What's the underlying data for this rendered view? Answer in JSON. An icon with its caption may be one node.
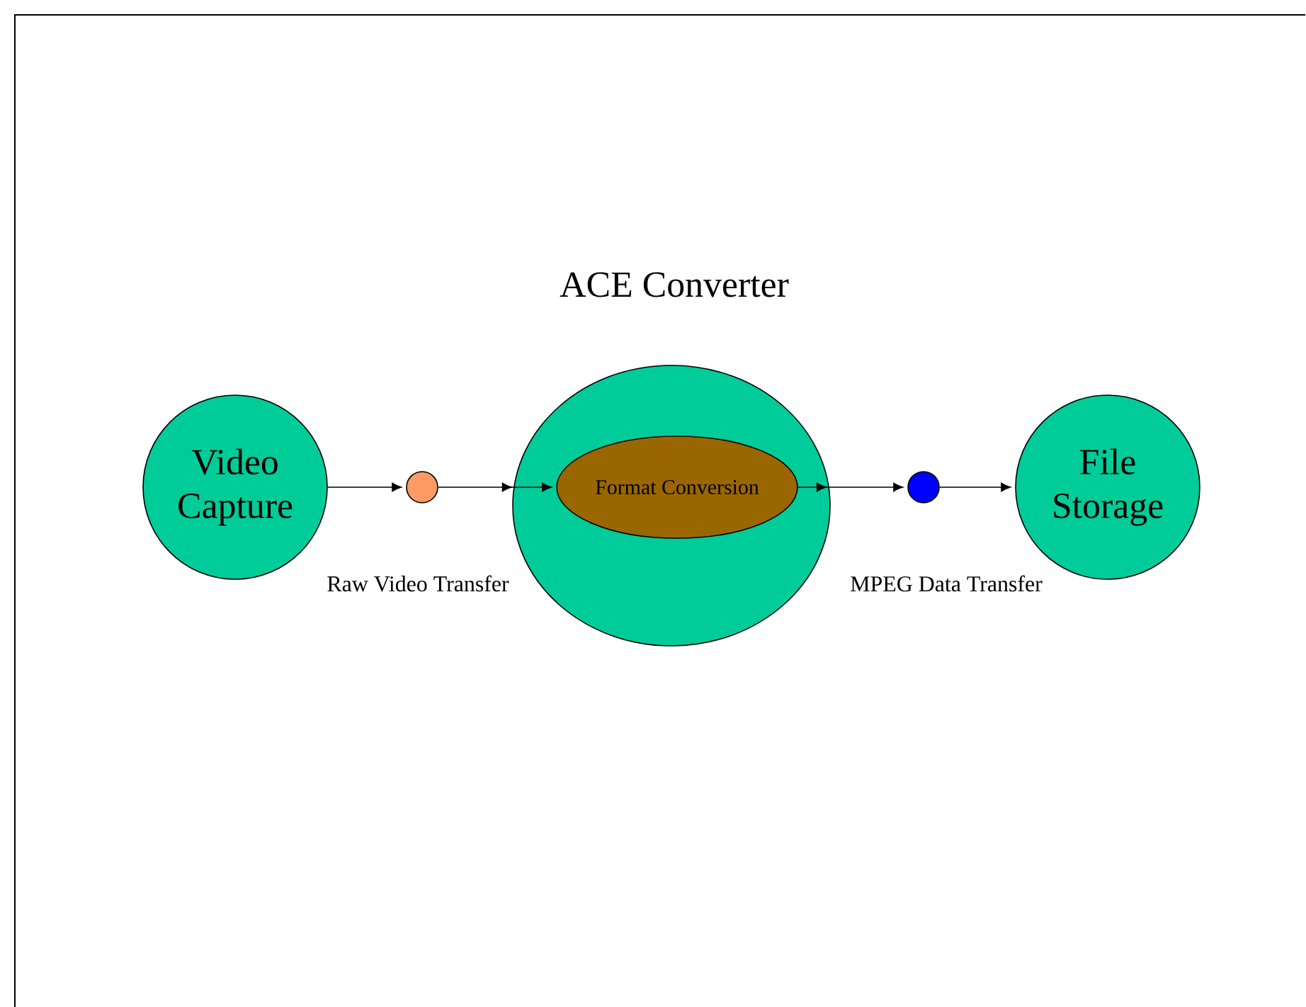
{
  "diagram": {
    "nodes": [
      {
        "text": [
          "Video Capture"
        ]
      },
      {
        "text": [],
        "shape": "circle"
      },
      {
        "text": [
          "ACE Converter"
        ]
      },
      {
        "text": [
          "Format Conversion"
        ],
        "in": 2
      },
      {
        "text": [],
        "shape": "circle"
      },
      {
        "text": [
          "File Storage"
        ]
      }
    ],
    "edges": [
      {
        "from": 0,
        "to": 1,
        "arrow": "to"
      },
      {
        "from": 1,
        "to": 3,
        "arrow": "to"
      },
      {
        "from": 3,
        "to": 4,
        "arrow": "to"
      },
      {
        "from": 4,
        "to": 5,
        "arrow": "to"
      }
    ],
    "labels": [
      "Raw Video Transfer",
      "MPEG Data Transfer"
    ]
  }
}
